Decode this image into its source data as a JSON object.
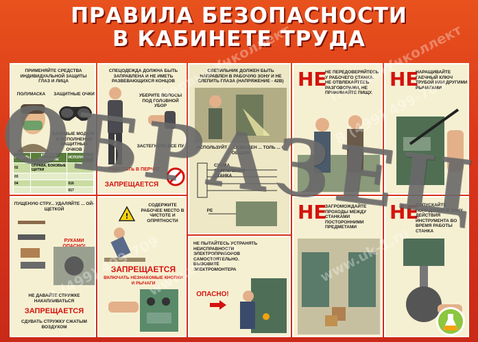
{
  "title_line1": "ПРАВИЛА БЕЗОПАСНОСТИ",
  "title_line2": "В КАБИНЕТЕ ТРУДА",
  "watermark_text": "ОБРАЗЕЦ",
  "watermarks": [
    "ПервыйУчколлект",
    "8 (499) 499-709",
    "www.uk-1.ru"
  ],
  "panel1": {
    "intro": "ПРИМЕНЯЙТЕ СРЕДСТВА ИНДИВИДУАЛЬНОЙ ЗАЩИТЫ ГЛАЗ И ЛИЦА",
    "label_mask": "ПОЛУМАСКА",
    "label_glasses": "ЗАЩИТНЫЕ ОЧКИ",
    "label_models": "БАЗОВЫЕ МОДЕЛИ И ИСПОЛНЕНИЯ ЗАЩИТНЫХ ОЧКОВ",
    "table_headers": [
      "МОДЕЛЬ",
      "КРАТКОЕ ОПИСАНИЕ",
      "ИСПОЛНЕНИЕ"
    ],
    "table_rows": [
      [
        "02",
        "ОПРАВА, БОКОВЫЕ ЩИТКИ",
        ""
      ],
      [
        "03",
        "",
        ""
      ],
      [
        "04",
        "",
        "016"
      ],
      [
        "",
        "",
        "017"
      ]
    ]
  },
  "panel2": {
    "line1": "СПЕЦОДЕЖДА ДОЛЖНА БЫТЬ ЗАПРАВЛЕНА И НЕ ИМЕТЬ РАЗВЕВАЮЩИХСЯ КОНЦОВ",
    "line2": "УБЕРИТЕ ВОЛОСЫ ПОД ГОЛОВНОЙ УБОР",
    "line3": "ЗАСТЕГНИТЕ ВСЕ ПУ",
    "line4": "РАБОТАТЬ В ПЕРЧАТ",
    "line5": "ЗАПРЕЩАЕТСЯ"
  },
  "panel3": {
    "line1": "СВЕТИЛЬНИК ДОЛЖЕН БЫТЬ НАПРАВЛЕН В РАБОЧУЮ ЗОНУ И НЕ СЛЕПИТЬ ГЛАЗА (НАПРЯЖЕНИЕ - 42В)",
    "line2": "ИСПОЛЬЗУЙТ ... ОСВЕЩЕН ... ТОЛЬ ... С ОБЩИМ",
    "line3": "СХЕМА ЗАЗЕМЛЕНИЯ СТАНКА",
    "line4": "РЕ"
  },
  "panel4": {
    "ne": "НЕ",
    "line1": "НЕ ПЕРЕДОВЕРЯЙТЕСЬ У РАБОЧЕГО СТАНКА. НЕ ОТВЛЕКАЙТЕСЬ РАЗГОВОРАМИ, НЕ ПРИНИМАЙТЕ ПИЩУ."
  },
  "panel5": {
    "ne": "НЕ",
    "line1": "НАРАЩИВАЙТЕ ГАЕЧНЫЙ КЛЮЧ ТРУБОЙ ИЛИ ДРУГИМИ РЫЧАГАМИ"
  },
  "panel6": {
    "line1": "ПУЩЕНУЮ СТРУ... УДАЛЯЙТЕ ... ОЙ-ЩЕТКОЙ",
    "line2": "РУКАМИ ОПАСНО!",
    "line3": "НЕ ДАВАЙТЕ СТРУЖКЕ НАКАПЛИВАТЬСЯ",
    "line4": "ЗАПРЕЩАЕТСЯ",
    "line5": "СДУВАТЬ СТРУЖКУ СЖАТЫМ ВОЗДУХОМ"
  },
  "panel7": {
    "line1": "СОДЕРЖИТЕ РАБОЧЕЕ МЕСТО В ЧИСТОТЕ И ОПРЯТНОСТИ",
    "line2": "ЗАПРЕЩАЕТСЯ",
    "line3": "ВКЛЮЧАТЬ НЕЗНАКОМЫЕ КНОПКИ И РЫЧАГИ"
  },
  "panel8": {
    "line1": "НЕ ПЫТАЙТЕСЬ УСТРАНЯТЬ НЕИСПРАВНОСТИ ЭЛЕКТРОПРИБОРОВ САМОСТОЯТЕЛЬНО. ВЫЗОВИТЕ ЭЛЕКТРОМОНТЕРА",
    "line2": "ОПАСНО!"
  },
  "panel9": {
    "ne": "НЕ",
    "line1": "ЗАГРОМОЖДАЙТЕ ПРОХОДЫ МЕЖДУ СТАНКАМИ ПОСТОРОННИМИ ПРЕДМЕТАМИ"
  },
  "panel10": {
    "ne": "НЕ",
    "line1": "ДОПУСКАЙТЕ ПОПАДАНИЯ В ЗОНУ ДЕЙСТВИЯ ИНСТРУМЕНТА ВО ВРЕМЯ РАБОТЫ СТАНКА"
  }
}
